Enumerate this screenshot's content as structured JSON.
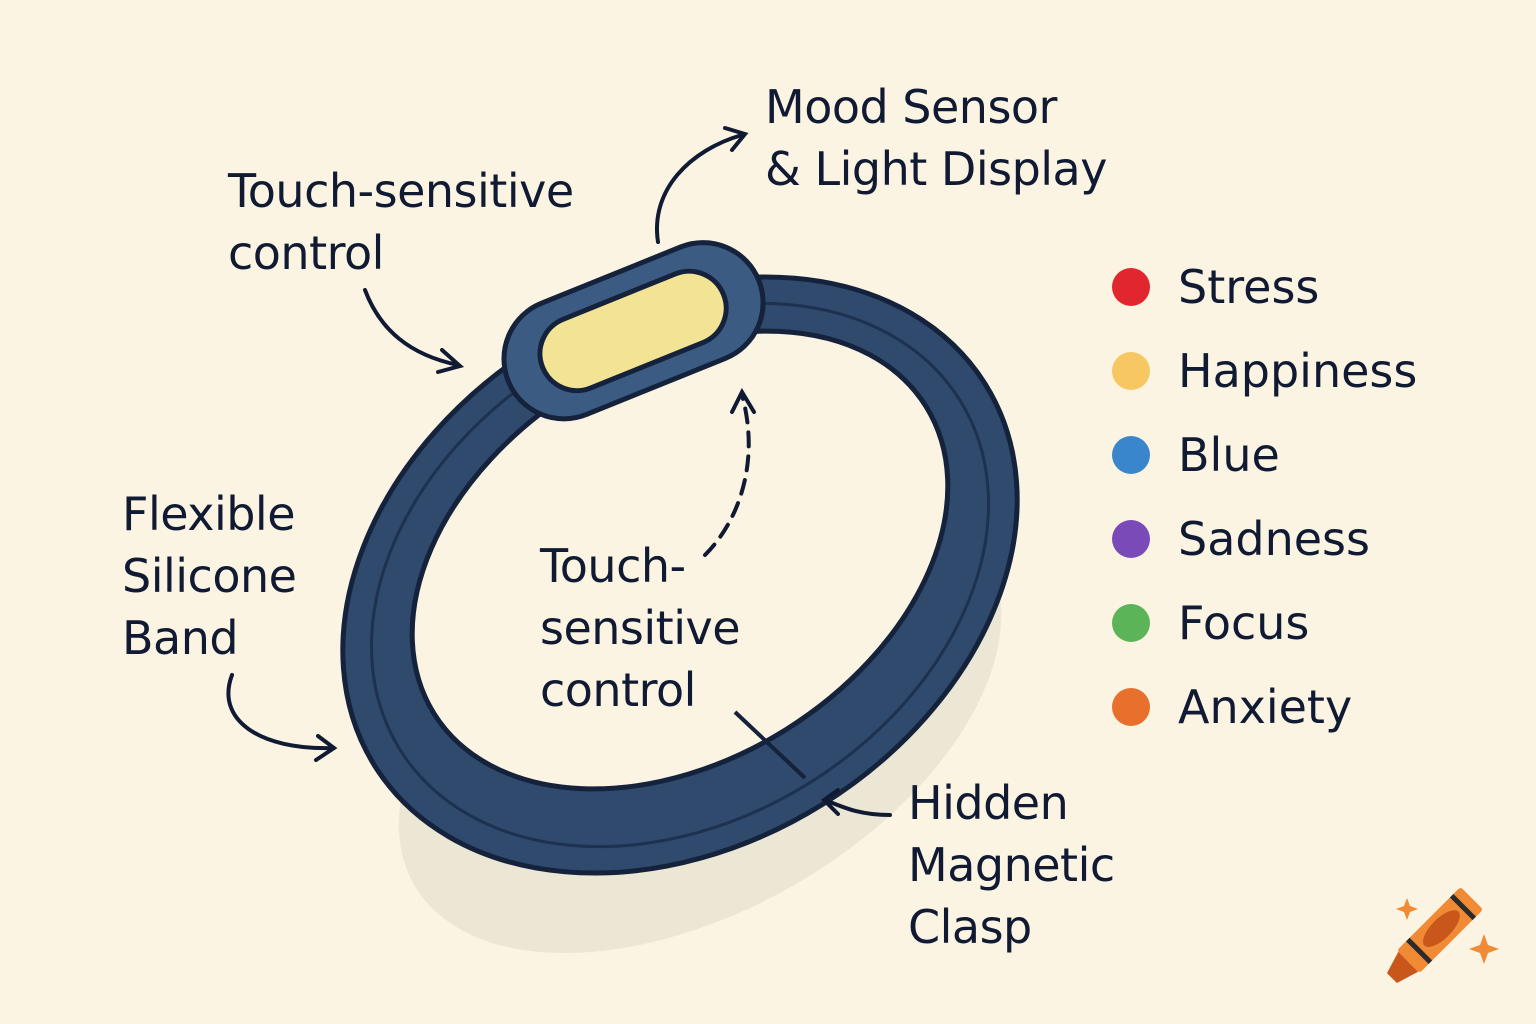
{
  "labels": {
    "mood_sensor": "Mood Sensor\n& Light Display",
    "touch_control_top": "Touch-sensitive\ncontrol",
    "touch_control_inner": "Touch-\nsensitive\ncontrol",
    "silicone_band": "Flexible\nSilicone\nBand",
    "magnetic_clasp": "Hidden\nMagnetic\nClasp"
  },
  "legend": {
    "items": [
      {
        "label": "Stress",
        "color": "#e12630"
      },
      {
        "label": "Happiness",
        "color": "#f7c862"
      },
      {
        "label": "Blue",
        "color": "#3a86cc"
      },
      {
        "label": "Sadness",
        "color": "#7a4ab8"
      },
      {
        "label": "Focus",
        "color": "#5bb457"
      },
      {
        "label": "Anxiety",
        "color": "#e8702c"
      }
    ]
  },
  "colors": {
    "background": "#fbf4e3",
    "band": "#2f4a6d",
    "band_outline": "#14223b",
    "display": "#f3e394",
    "text": "#101a33",
    "crayon": "#f08a35"
  }
}
